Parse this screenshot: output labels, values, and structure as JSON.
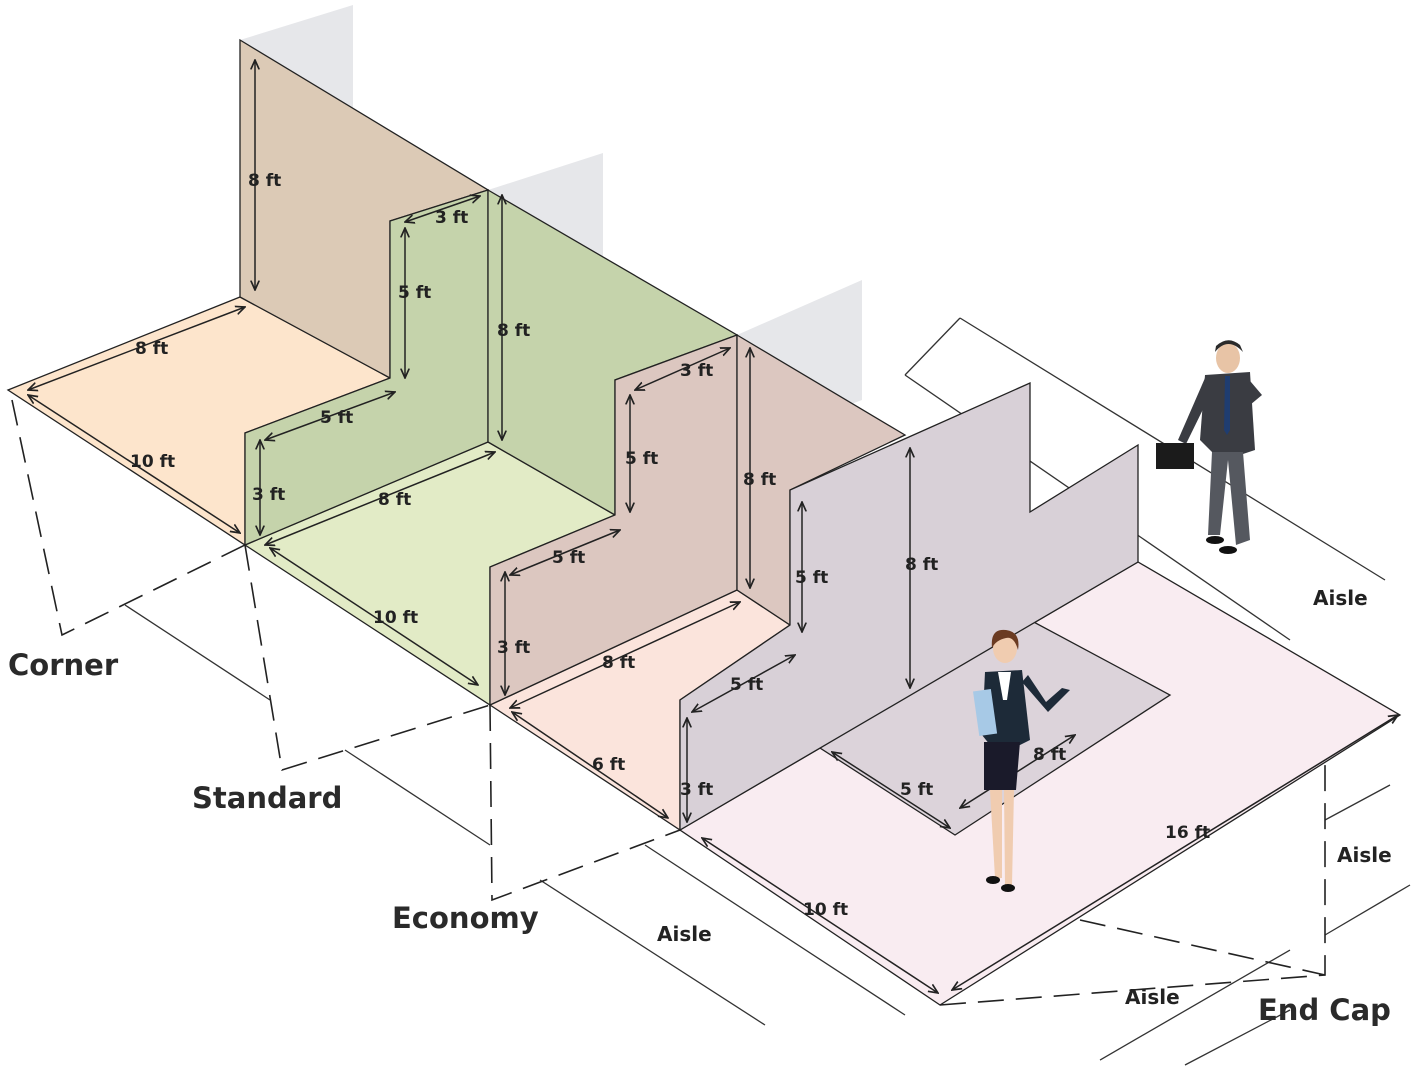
{
  "booths": {
    "corner": "Corner",
    "standard": "Standard",
    "economy": "Economy",
    "end_cap": "End Cap"
  },
  "aisle": "Aisle",
  "dims": {
    "ft8": "8 ft",
    "ft10": "10 ft",
    "ft5": "5 ft",
    "ft3": "3 ft",
    "ft6": "6 ft",
    "ft16": "16 ft"
  },
  "colors": {
    "corner_floor": "#fde5cc",
    "corner_wall": "#dccab6",
    "standard_floor": "#e2ebc6",
    "standard_wall": "#c5d3ab",
    "economy_floor": "#fbe4dc",
    "economy_wall": "#dcc7c0",
    "endcap_floor": "#f9ecf1",
    "endcap_wall": "#d8d0d7",
    "shadow": "#e6e7ea"
  }
}
